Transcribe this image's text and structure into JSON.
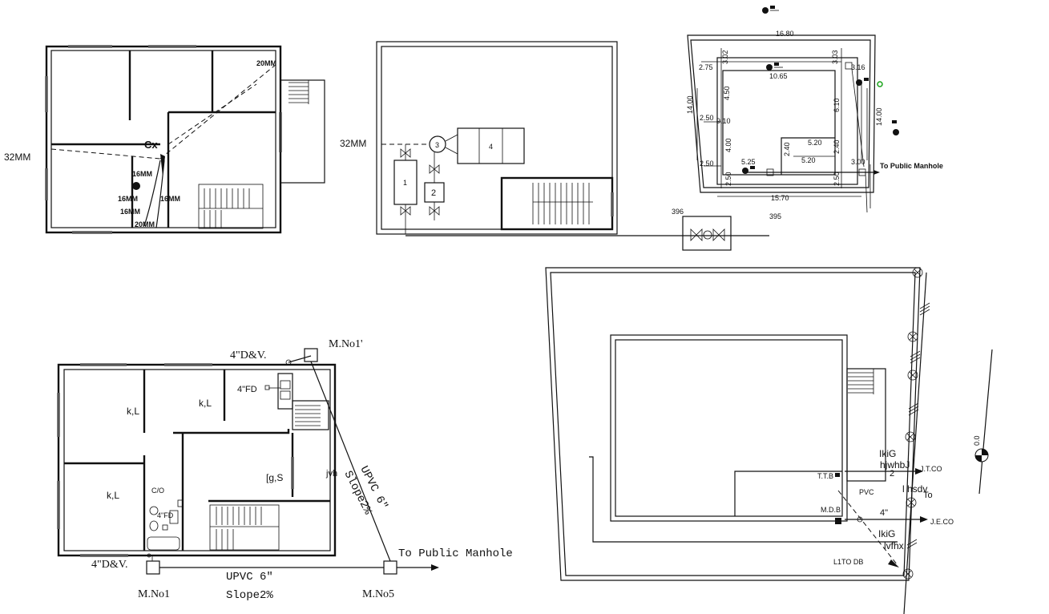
{
  "plan1": {
    "pipe_32": "32MM",
    "label_cx": "Cx",
    "pipe_20a": "20MM",
    "pipe_16a": "16MM",
    "pipe_16b": "16MM",
    "pipe_16c": "16MM",
    "pipe_16d": "16MM",
    "pipe_20b": "20MM"
  },
  "plan2": {
    "pipe_32": "32MM",
    "unit_1": "1",
    "unit_2": "2",
    "unit_3": "3",
    "unit_4": "4",
    "dim_396": "396",
    "dim_395": "395"
  },
  "plan3": {
    "d_16_80": "16.80",
    "d_3_02": "3.02",
    "d_3_03": "3.03",
    "d_3_16": "3.16",
    "d_2_75": "2.75",
    "d_10_65": "10.65",
    "d_14_00a": "14.00",
    "d_14_00b": "14.00",
    "d_4_50": "4.50",
    "d_6_10": "6.10",
    "d_2_50a": "2.50",
    "d_9_10": "9.10",
    "d_4_00": "4.00",
    "d_5_20a": "5.20",
    "d_2_40a": "2.40",
    "d_2_40b": "2.40",
    "d_5_20b": "5.20",
    "d_5_25": "5.25",
    "d_2_50b": "2.50",
    "d_3_00": "3.00",
    "d_2_50c": "2.50",
    "d_2_50d": "2.50",
    "d_15_70": "15.70",
    "to_manhole": "To Public Manhole"
  },
  "plan4": {
    "dv_top": "4\"D&V.",
    "mno1_top": "M.No1'",
    "fd_top": "4\"FD",
    "room_kl_1": "k,L",
    "room_kl_2": "k,L",
    "room_kl_3": "k,L",
    "room_gs": "[g,S",
    "label_jvh": "jvh",
    "upvc_diag": "UPVC 6\"",
    "slope_diag": "Slope2%",
    "co": "C/O",
    "fd_small": "4\"FD",
    "to_manhole": "To Public Manhole",
    "dv_bottom": "4\"D&V.",
    "upvc_bottom": "UPVC 6\"",
    "slope_bottom": "Slope2%",
    "mno1": "M.No1",
    "mno5": "M.No5"
  },
  "plan5": {
    "ikig_1": "IkiG",
    "hjwhbj": "hjwhbJ",
    "ttb": "T.T.B",
    "num_2": "2",
    "jtco": "J.T.CO",
    "ihsdv": "l hsdv",
    "to": "To",
    "pvc": "PVC",
    "mdb": "M.D.B",
    "four_inch": "4\"",
    "jeco": "J.E.CO",
    "ikig_2": "IkiG",
    "ivfhx": "lvfhx",
    "l1todb": "L1TO DB",
    "level": "0.0"
  }
}
